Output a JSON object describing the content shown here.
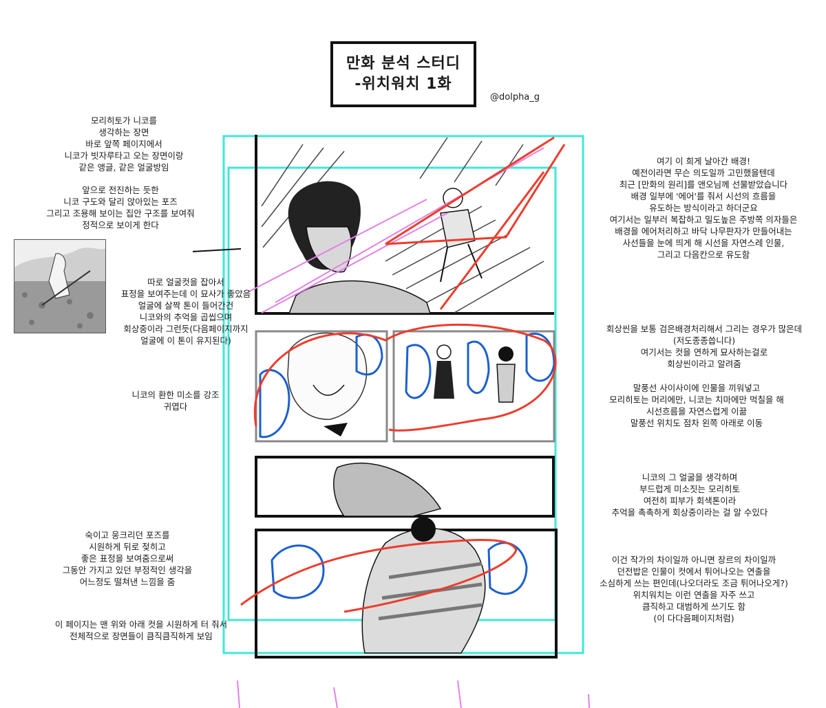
{
  "title": {
    "line1": "만화 분석 스터디",
    "line2": "-위치워치 1화"
  },
  "credit": "@dolpha_g",
  "notes_left": [
    "모리히토가 니코를\n생각하는 장면\n바로 앞쪽 페이지에서\n니코가 빗자루타고 오는 장면이랑\n같은 앵글, 같은 얼굴방임",
    "앞으로 전진하는 듯한\n니코 구도와 달리 앉아있는 포즈\n그리고 조용해 보이는 집안 구조를 보여줘\n정적으로 보이게 한다",
    "따로 얼굴컷을 잡아서\n표정을 보여주는데 이 묘사가 좋았음\n얼굴에 살짝 톤이 들어간건\n니코와의 추억을 곱씹으며\n회상중이라 그런듯(다음페이지까지\n얼굴에 이 톤이 유지된다)",
    "니코의 환한 미소를 강조\n귀엽다",
    "숙이고 웅크리던 포즈를\n시원하게 뒤로 젖히고\n좋은 표정을 보여줌으로써\n그동안 가지고 있던 부정적인 생각을\n어느정도 떨쳐낸 느낌을 줌",
    "이 페이지는 맨 위와 아래 컷을 시원하게 터 줘서\n전체적으로 장면들이 큼직큼직하게 보임"
  ],
  "notes_right": [
    "여기 이 희게 날아간 배경!\n예전이라면 무슨 의도일까 고민했을텐데\n최근 [만화의 원리]를 앤오님께 선물받았습니다\n배경 일부에 '에어'를 줘서 시선의 흐름을\n유도하는 방식이라고 하더군요\n여기서는 일부러 복잡하고 밀도높은 주방쪽 의자들은\n배경을 에어처리하고 바닥 나무판자가 만들어내는\n사선들을 눈에 띄게 해 시선을 자연스레 인물,\n그리고 다음칸으로 유도함",
    "회상씬을 보통 검은배경처리해서 그리는 경우가 많은데\n(저도종종씁니다)\n여기서는 컷을 연하게 묘사하는걸로\n회상씬이라고 알려줌",
    "말풍선 사이사이에 인물을 끼워넣고\n모리히토는 머리에만, 니코는 치마에만 먹칠을 해\n시선흐름을 자연스럽게 이끎\n말풍선 위치도 점차 왼쪽 아래로 이동",
    "니코의 그 얼굴을 생각하며\n부드럽게 미소짓는 모리히토\n여전히 피부가 회색톤이라\n추억을 촉촉하게 회상중이라는 걸 알 수있다",
    "이건 작가의 차이일까 아니면 장르의 차이일까\n던전밥은 인물이 컷에서 튀어나오는 연출을\n소심하게 쓰는 편인데(나오더라도 조금 튀어나오게?)\n위치워치는 이런 연출을 자주 쓰고\n큼직하고 대범하게 쓰기도 함\n(이 다다음페이지처럼)"
  ],
  "colors": {
    "cyan_guide": "#3ee8d8",
    "red_flow": "#ee3b2b",
    "blue_balloon": "#1a5fd0",
    "pink_line": "#e47fe6",
    "ink": "#111111"
  }
}
